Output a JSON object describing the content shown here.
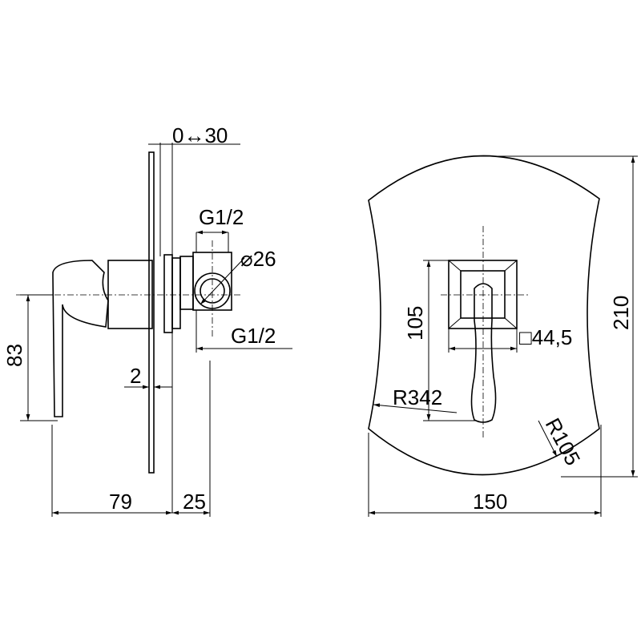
{
  "side_view": {
    "depth_adjust": "0↔30",
    "thread_top": "G1/2",
    "diameter": "⌀26",
    "thread_bottom": "G1/2",
    "plate_thickness": "2",
    "lever_height": "83",
    "lever_projection": "79",
    "body_depth": "25"
  },
  "front_view": {
    "handle_height": "105",
    "escutcheon_square": "□44,5",
    "side_radius": "R342",
    "corner_radius": "R105",
    "plate_height": "210",
    "plate_width": "150"
  }
}
